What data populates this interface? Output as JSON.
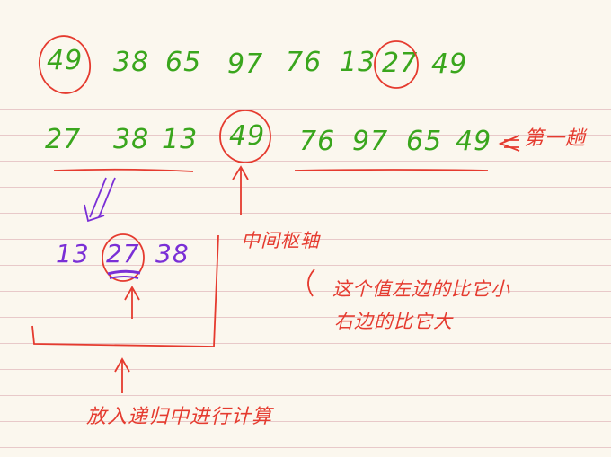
{
  "row1": [
    "49",
    "38",
    "65",
    "97",
    "76",
    "13",
    "27",
    "49"
  ],
  "row2_left": [
    "27",
    "38",
    "13"
  ],
  "row2_pivot": "49",
  "row2_right": [
    "76",
    "97",
    "65",
    "49"
  ],
  "trip_label": "第一趟",
  "row3": [
    "13",
    "27",
    "38"
  ],
  "pivot_label": "中间枢轴",
  "note_line1": "这个值左边的比它小",
  "note_line2": "右边的比它大",
  "recursion_label": "放入递归中进行计算",
  "colors": {
    "green": "#3aa61d",
    "red": "#e53b2f",
    "purple": "#7a2fd6",
    "paper": "#fbf7ee",
    "rule": "#e8c9c9"
  }
}
